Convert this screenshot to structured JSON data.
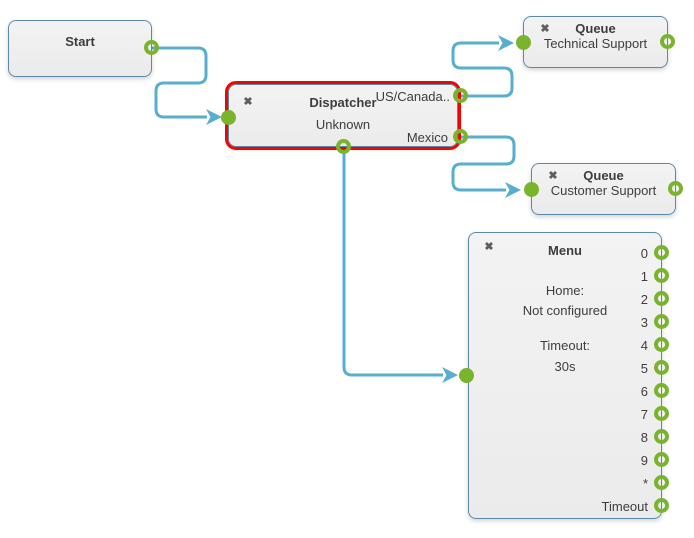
{
  "colors": {
    "port_green": "#7ab42c",
    "wire_blue": "#58aecf",
    "node_border_blue": "#5d89a8",
    "selection_red": "#f20400",
    "node_fill": "#f0f0f0",
    "text": "#3d3d3d"
  },
  "icons": {
    "close": "✖"
  },
  "nodes": {
    "start": {
      "title": "Start"
    },
    "dispatcher": {
      "title": "Dispatcher",
      "subtitle": "Unknown",
      "outputs": [
        "US/Canada..",
        "Mexico"
      ]
    },
    "queue_technical": {
      "title": "Queue",
      "subtitle": "Technical Support"
    },
    "queue_customer": {
      "title": "Queue",
      "subtitle": "Customer Support"
    },
    "menu": {
      "title": "Menu",
      "fields": [
        {
          "label": "Home:",
          "value": "Not configured"
        },
        {
          "label": "Timeout:",
          "value": "30s"
        }
      ],
      "ports": [
        "0",
        "1",
        "2",
        "3",
        "4",
        "5",
        "6",
        "7",
        "8",
        "9",
        "*",
        "Timeout"
      ]
    }
  }
}
